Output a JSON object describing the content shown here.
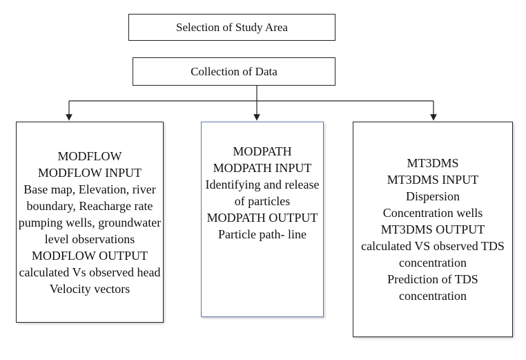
{
  "top_boxes": {
    "study_area": "Selection of Study Area",
    "data_collection": "Collection of Data"
  },
  "modflow": {
    "lines": [
      "MODFLOW",
      "MODFLOW INPUT",
      "Base map, Elevation, river",
      "boundary, Reacharge rate",
      "pumping wells, groundwater",
      "level observations",
      "MODFLOW OUTPUT",
      "calculated Vs observed head",
      "Velocity vectors"
    ]
  },
  "modpath": {
    "lines": [
      "MODPATH",
      "MODPATH INPUT",
      "Identifying and release",
      "of particles",
      "MODPATH OUTPUT",
      "Particle path- line"
    ]
  },
  "mt3dms": {
    "lines": [
      "MT3DMS",
      "MT3DMS INPUT",
      "Dispersion",
      "Concentration wells",
      "MT3DMS OUTPUT",
      "calculated VS observed TDS",
      "concentration",
      "Prediction of TDS",
      "concentration"
    ]
  }
}
